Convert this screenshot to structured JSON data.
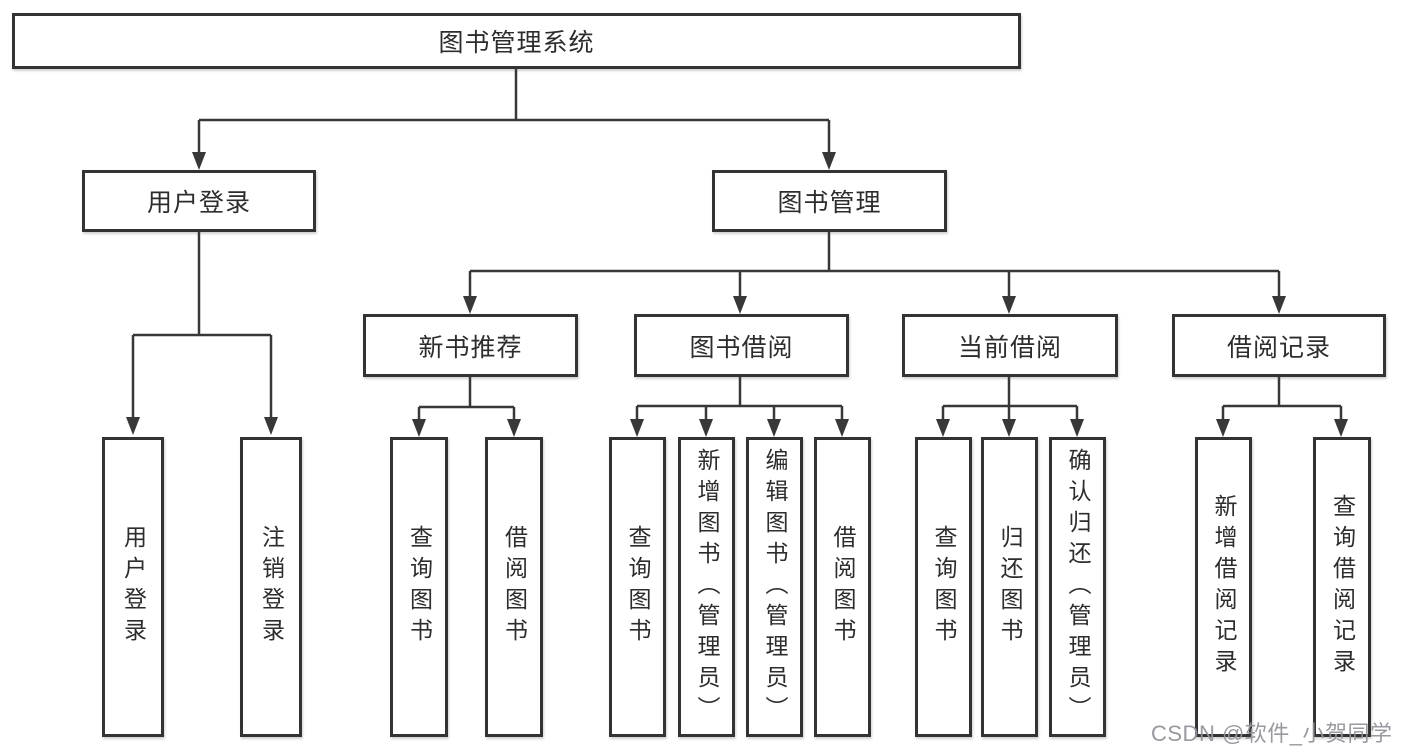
{
  "nodes": {
    "root": "图书管理系统",
    "user_login": "用户登录",
    "book_management": "图书管理",
    "new_book_recommend": "新书推荐",
    "book_borrowing": "图书借阅",
    "current_borrowing": "当前借阅",
    "borrowing_records": "借阅记录",
    "leaf_user_login": "用户登录",
    "leaf_logout": "注销登录",
    "leaf_nbr_query_books": "查询图书",
    "leaf_nbr_borrow_books": "借阅图书",
    "leaf_bb_query_books": "查询图书",
    "leaf_bb_add_books": "新增图书（管理员）",
    "leaf_bb_edit_books": "编辑图书（管理员）",
    "leaf_bb_borrow_books": "借阅图书",
    "leaf_cb_query_books": "查询图书",
    "leaf_cb_return_books": "归还图书",
    "leaf_cb_confirm_return": "确认归还（管理员）",
    "leaf_br_add_record": "新增借阅记录",
    "leaf_br_query_record": "查询借阅记录"
  },
  "watermark": "CSDN @软件_小贺同学",
  "colors": {
    "line": "#383838",
    "box_border": "#333333",
    "box_fill": "#ffffff",
    "text": "#2d2d2d",
    "watermark": "#94949b",
    "background": "#ffffff"
  }
}
